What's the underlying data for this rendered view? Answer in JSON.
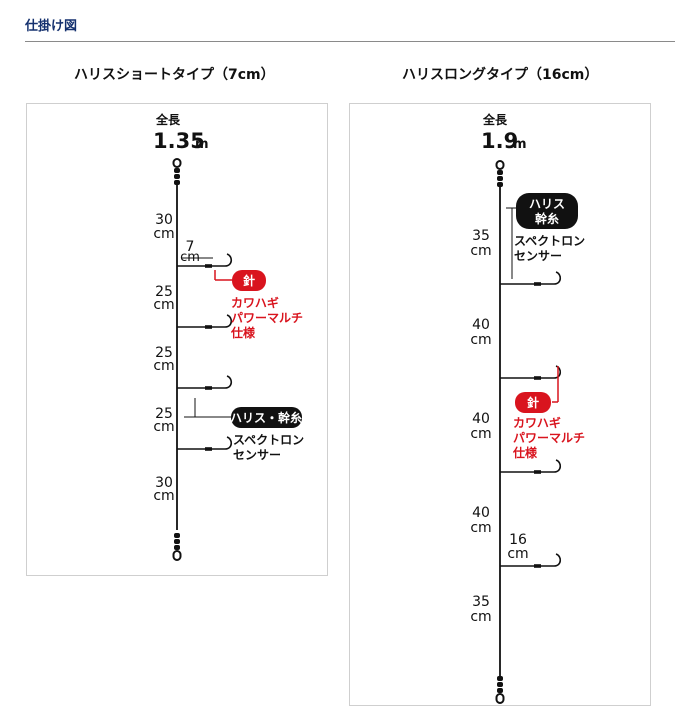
{
  "page_title": "仕掛け図",
  "colors": {
    "title": "#14306e",
    "red": "#d9141e",
    "line": "#111111",
    "panel_border": "#cfcfcf"
  },
  "short": {
    "title": "ハリスショートタイプ（7cm）",
    "total_label": "全長",
    "total_value": "1.35",
    "total_unit": "m",
    "segments": [
      {
        "num": "30",
        "unit": "cm"
      },
      {
        "num": "25",
        "unit": "cm"
      },
      {
        "num": "25",
        "unit": "cm"
      },
      {
        "num": "25",
        "unit": "cm"
      },
      {
        "num": "30",
        "unit": "cm"
      }
    ],
    "harisu_length": {
      "num": "7",
      "unit": "cm"
    },
    "hook_badge": "針",
    "hook_lines": [
      "カワハギ",
      "パワーマルチ",
      "仕様"
    ],
    "line_badge": "ハリス・幹糸",
    "line_lines": [
      "スペクトロン",
      "センサー"
    ]
  },
  "long": {
    "title": "ハリスロングタイプ（16cm）",
    "total_label": "全長",
    "total_value": "1.9",
    "total_unit": "m",
    "segments": [
      {
        "num": "35",
        "unit": "cm"
      },
      {
        "num": "40",
        "unit": "cm"
      },
      {
        "num": "40",
        "unit": "cm"
      },
      {
        "num": "40",
        "unit": "cm"
      },
      {
        "num": "35",
        "unit": "cm"
      }
    ],
    "harisu_length": {
      "num": "16",
      "unit": "cm"
    },
    "hook_badge": "針",
    "hook_lines": [
      "カワハギ",
      "パワーマルチ",
      "仕様"
    ],
    "line_badge": [
      "ハリス",
      "幹糸"
    ],
    "line_lines": [
      "スペクトロン",
      "センサー"
    ]
  }
}
